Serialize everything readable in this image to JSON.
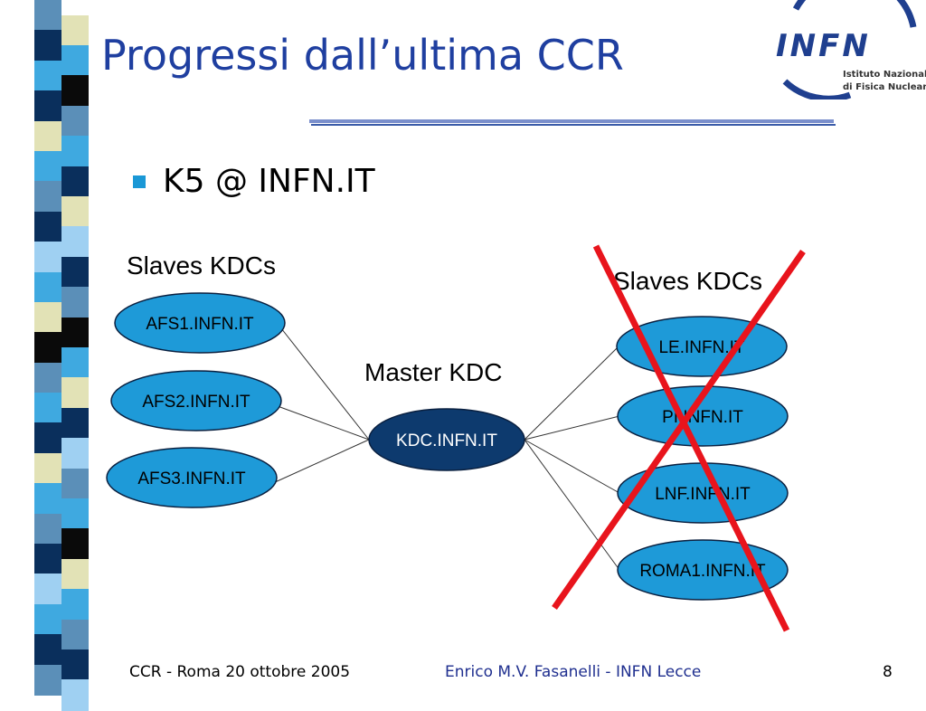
{
  "slide": {
    "title": "Progressi dall’ultima CCR",
    "bullet": "K5 @ INFN.IT"
  },
  "logo": {
    "name": "INFN",
    "line1": "Istituto Nazionale",
    "line2": "di Fisica Nucleare"
  },
  "diagram": {
    "left_heading": "Slaves KDCs",
    "right_heading": "Slaves KDCs",
    "master_heading": "Master KDC",
    "master": "KDC.INFN.IT",
    "left_slaves": [
      "AFS1.INFN.IT",
      "AFS2.INFN.IT",
      "AFS3.INFN.IT"
    ],
    "right_slaves": [
      "LE.INFN.IT",
      "PI.INFN.IT",
      "LNF.INFN.IT",
      "ROMA1.INFN.IT"
    ],
    "colors": {
      "slave_fill": "#1e9ad8",
      "master_fill": "#0d3a6e",
      "cross": "#e8141c",
      "title": "#1f3fa0"
    }
  },
  "footer": {
    "left": "CCR - Roma 20 ottobre 2005",
    "center": "Enrico M.V. Fasanelli - INFN Lecce",
    "page": "8"
  }
}
